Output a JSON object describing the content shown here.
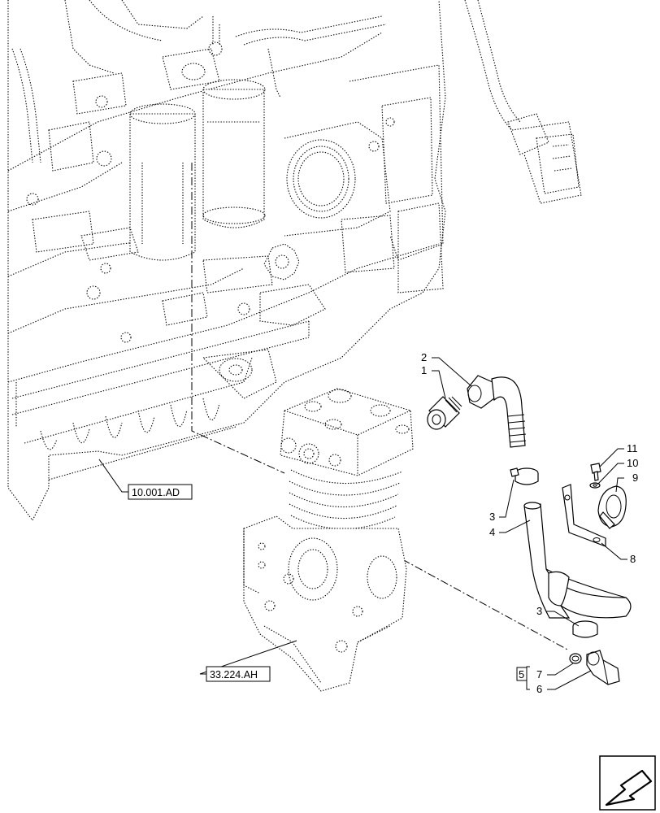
{
  "diagram": {
    "callouts": [
      {
        "id": "c1",
        "text": "1"
      },
      {
        "id": "c2",
        "text": "2"
      },
      {
        "id": "c3a",
        "text": "3"
      },
      {
        "id": "c4",
        "text": "4"
      },
      {
        "id": "c3b",
        "text": "3"
      },
      {
        "id": "c5",
        "text": "5"
      },
      {
        "id": "c6",
        "text": "6"
      },
      {
        "id": "c7",
        "text": "7"
      },
      {
        "id": "c8",
        "text": "8"
      },
      {
        "id": "c9",
        "text": "9"
      },
      {
        "id": "c10",
        "text": "10"
      },
      {
        "id": "c11",
        "text": "11"
      }
    ],
    "references": {
      "engine": "10.001.AD",
      "compressor": "33.224.AH"
    },
    "nav_icon": "arrow-back-icon"
  }
}
